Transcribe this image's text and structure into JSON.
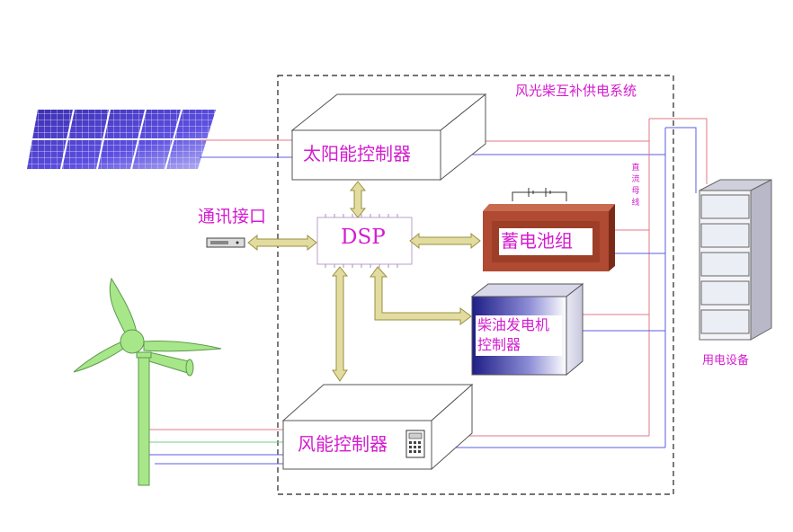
{
  "system_title": "风光柴互补供电系统",
  "solar_controller": "太阳能控制器",
  "comm_interface": "通讯接口",
  "dsp": {
    "label": "DSP"
  },
  "battery_bank": "蓄电池组",
  "diesel_controller": {
    "line1": "柴油发电机",
    "line2": "控制器"
  },
  "wind_controller": "风能控制器",
  "dc_bus": [
    "直",
    "流",
    "母",
    "线"
  ],
  "load": "用电设备",
  "colors": {
    "line_red": "#e07a86",
    "line_blue": "#5b5ee0",
    "line_green": "#6fd08a",
    "text_magenta": "#d41ccf",
    "arrow_fill": "#e2dca0",
    "battery": "#b04a32",
    "diesel_dark": "#2a2a90"
  }
}
